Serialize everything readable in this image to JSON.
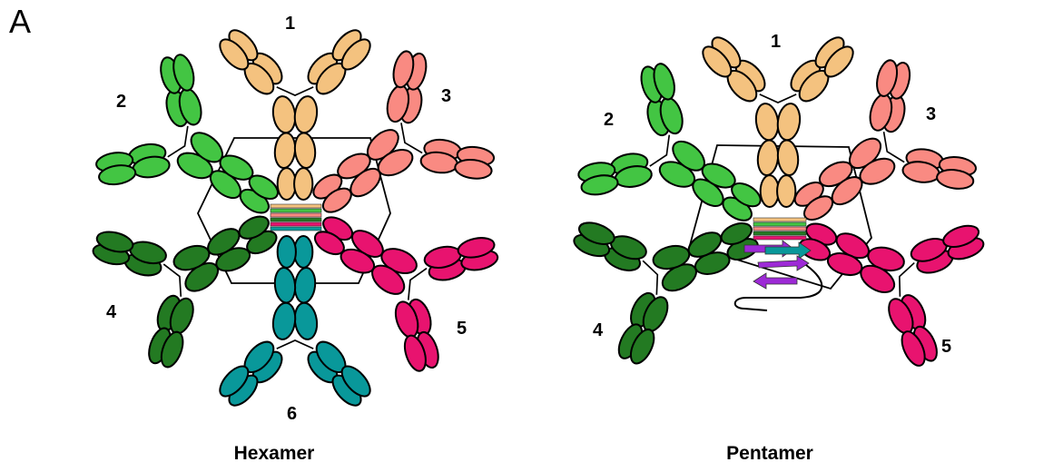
{
  "panel_label": "A",
  "diagrams": [
    {
      "caption": "Hexamer",
      "antibodies": [
        {
          "label": "1",
          "color": "#F4C27F"
        },
        {
          "label": "2",
          "color": "#43C543"
        },
        {
          "label": "3",
          "color": "#F98A82"
        },
        {
          "label": "4",
          "color": "#237A22"
        },
        {
          "label": "5",
          "color": "#E8136F"
        },
        {
          "label": "6",
          "color": "#09989A"
        }
      ]
    },
    {
      "caption": "Pentamer",
      "antibodies": [
        {
          "label": "1",
          "color": "#F4C27F"
        },
        {
          "label": "2",
          "color": "#43C543"
        },
        {
          "label": "3",
          "color": "#F98A82"
        },
        {
          "label": "4",
          "color": "#237A22"
        },
        {
          "label": "5",
          "color": "#E8136F"
        }
      ],
      "j_chain_color": "#9D2AD6"
    }
  ]
}
